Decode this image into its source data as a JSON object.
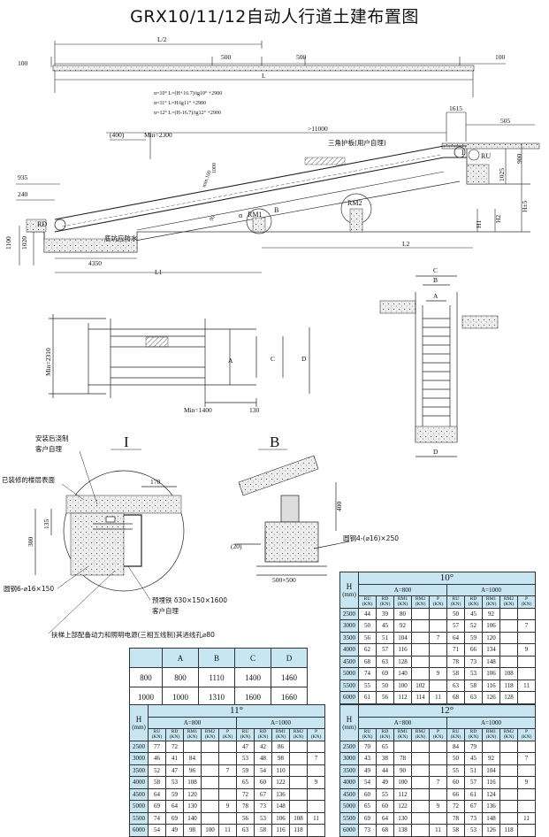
{
  "title": "GRX10/11/12自动人行道土建布置图",
  "main_view": {
    "dims": {
      "l_half": "L/2",
      "d100_left": "100",
      "d100_right": "100",
      "d500_a": "500",
      "d500_b": "500",
      "L": "L",
      "d1615": "1615",
      "d505": "505",
      "d400p": "(400)",
      "min2300": "Min=2300",
      "gt11000": ">11000",
      "d935": "935",
      "d240": "240",
      "d1100": "1100",
      "d1020": "1020",
      "d4350": "4350",
      "L1": "L1",
      "L2": "L2",
      "d900": "900",
      "d1025": "1025",
      "H5": "H±5",
      "H1": "H1",
      "H2": "H2",
      "min100": "min.100",
      "d1000": "1000",
      "d90": "90"
    },
    "formulas": [
      "α=10°   L=(H+16.7)/tg10° +2900",
      "α=11°   L=H/tg11° +2900",
      "α=12°   L=(H-16.7)/tg12° +2900"
    ],
    "labels": {
      "triangle_guard": "三角护板(用户自理)",
      "pit_waterproof": "底坑应防水",
      "RD": "RD",
      "RU": "RU",
      "RM1": "RM1",
      "RM2": "RM2",
      "B": "B",
      "I": "I",
      "alpha": "α"
    }
  },
  "plan_view": {
    "min2310": "Min=2310",
    "min1400": "Min=1400",
    "d130": "130",
    "A": "A",
    "C": "C",
    "D": "D"
  },
  "section_view": {
    "B": "B",
    "C": "C",
    "A": "A",
    "D": "D"
  },
  "detail_I": {
    "title": "I",
    "post_pour": "安装后浇制",
    "post_pour2": "客户自理",
    "finished_floor": "已装修的楼层表面",
    "d170": "170",
    "d135": "135",
    "d300": "300",
    "rebar": "圆钢6-⌀16×150",
    "embedded": "预埋铁 δ30×150×1600",
    "embedded2": "客户自理",
    "power_note": "扶梯上部配备动力和照明电源(三相五线制)其进线孔⌀80"
  },
  "detail_B": {
    "title": "B",
    "d400": "400",
    "d20": "(20)",
    "rebar": "圆钢4-(⌀16)×250",
    "d500": "500×500"
  },
  "ad_table": {
    "headers": [
      "",
      "A",
      "B",
      "C",
      "D"
    ],
    "rows": [
      [
        "800",
        "800",
        "1110",
        "1400",
        "1460"
      ],
      [
        "1000",
        "1000",
        "1310",
        "1600",
        "1660"
      ]
    ]
  },
  "load_tables": {
    "h_label": "H",
    "mm_label": "(mm)",
    "a800": "A=800",
    "a1000": "A=1000",
    "col_heads": [
      "RU (KN)",
      "RD (KN)",
      "RM1 (KN)",
      "RM2 (KN)",
      "P (KN)"
    ],
    "t10": {
      "angle": "10°",
      "rows": [
        [
          "2500",
          "44",
          "39",
          "80",
          "",
          "",
          "50",
          "45",
          "92",
          "",
          ""
        ],
        [
          "3000",
          "50",
          "45",
          "92",
          "",
          "",
          "57",
          "52",
          "106",
          "",
          ""
        ],
        [
          "3500",
          "56",
          "51",
          "104",
          "",
          "",
          "64",
          "59",
          "120",
          "",
          ""
        ],
        [
          "4000",
          "62",
          "57",
          "116",
          "",
          "",
          "71",
          "66",
          "134",
          "",
          ""
        ],
        [
          "4500",
          "68",
          "63",
          "128",
          "",
          "",
          "78",
          "73",
          "148",
          "",
          ""
        ],
        [
          "5000",
          "74",
          "69",
          "140",
          "",
          "",
          "58",
          "53",
          "106",
          "108",
          ""
        ],
        [
          "5500",
          "55",
          "50",
          "100",
          "102",
          "",
          "63",
          "58",
          "116",
          "118",
          ""
        ],
        [
          "6000",
          "61",
          "56",
          "112",
          "114",
          "11",
          "68",
          "63",
          "126",
          "128",
          ""
        ]
      ],
      "p800": [
        {
          "text": "7",
          "row": 2
        },
        {
          "text": "9",
          "row": 5
        }
      ],
      "p1000": [
        {
          "text": "7",
          "row": 1
        },
        {
          "text": "9",
          "row": 3
        },
        {
          "text": "11",
          "row": 6
        }
      ]
    },
    "t11": {
      "angle": "11°",
      "rows": [
        [
          "2500",
          "77",
          "72",
          "",
          "",
          "",
          "47",
          "42",
          "86",
          "",
          ""
        ],
        [
          "3000",
          "46",
          "41",
          "84",
          "",
          "",
          "53",
          "48",
          "98",
          "",
          ""
        ],
        [
          "3500",
          "52",
          "47",
          "96",
          "",
          "",
          "59",
          "54",
          "110",
          "",
          ""
        ],
        [
          "4000",
          "58",
          "53",
          "108",
          "",
          "",
          "65",
          "60",
          "122",
          "",
          ""
        ],
        [
          "4500",
          "64",
          "59",
          "120",
          "",
          "",
          "72",
          "67",
          "136",
          "",
          ""
        ],
        [
          "5000",
          "69",
          "64",
          "130",
          "",
          "",
          "78",
          "73",
          "148",
          "",
          ""
        ],
        [
          "5500",
          "74",
          "69",
          "140",
          "",
          "",
          "56",
          "53",
          "106",
          "108",
          ""
        ],
        [
          "6000",
          "54",
          "49",
          "98",
          "100",
          "11",
          "63",
          "58",
          "116",
          "118",
          ""
        ]
      ],
      "p800": [
        {
          "text": "7",
          "row": 2
        },
        {
          "text": "9",
          "row": 5
        }
      ],
      "p1000": [
        {
          "text": "7",
          "row": 1
        },
        {
          "text": "9",
          "row": 3
        },
        {
          "text": "11",
          "row": 6
        }
      ]
    },
    "t12": {
      "angle": "12°",
      "rows": [
        [
          "2500",
          "70",
          "65",
          "",
          "",
          "",
          "84",
          "79",
          "",
          "",
          ""
        ],
        [
          "3000",
          "43",
          "38",
          "78",
          "",
          "",
          "50",
          "45",
          "92",
          "",
          ""
        ],
        [
          "3500",
          "49",
          "44",
          "90",
          "",
          "",
          "55",
          "51",
          "104",
          "",
          ""
        ],
        [
          "4000",
          "54",
          "49",
          "100",
          "",
          "",
          "60",
          "57",
          "116",
          "",
          ""
        ],
        [
          "4500",
          "60",
          "55",
          "112",
          "",
          "",
          "66",
          "61",
          "124",
          "",
          ""
        ],
        [
          "5000",
          "65",
          "60",
          "122",
          "",
          "",
          "72",
          "67",
          "136",
          "",
          ""
        ],
        [
          "5500",
          "69",
          "64",
          "130",
          "",
          "",
          "78",
          "73",
          "148",
          "",
          ""
        ],
        [
          "6000",
          "73",
          "68",
          "138",
          "",
          "11",
          "58",
          "53",
          "126",
          "118",
          ""
        ]
      ],
      "p800": [
        {
          "text": "7",
          "row": 3
        },
        {
          "text": "9",
          "row": 5
        }
      ],
      "p1000": [
        {
          "text": "7",
          "row": 1
        },
        {
          "text": "9",
          "row": 3
        },
        {
          "text": "11",
          "row": 6
        }
      ]
    }
  }
}
